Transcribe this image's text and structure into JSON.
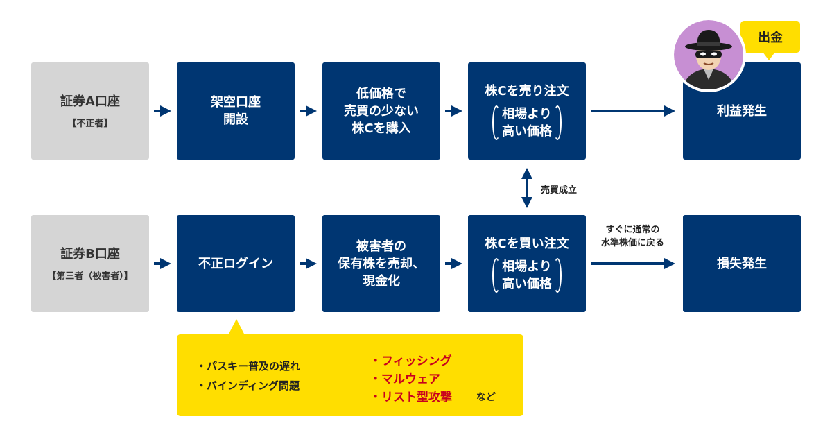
{
  "row1": {
    "account": {
      "lines": [
        "証券A口座"
      ],
      "sub": "【不正者】"
    },
    "step1": {
      "lines": [
        "架空口座",
        "開設"
      ]
    },
    "step2": {
      "lines": [
        "低価格で",
        "売買の少ない",
        "株Cを購入"
      ]
    },
    "step3": {
      "title": "株Cを売り注文",
      "paren": [
        "相場より",
        "高い価格"
      ]
    },
    "result": {
      "lines": [
        "利益発生"
      ]
    }
  },
  "row2": {
    "account": {
      "lines": [
        "証券B口座"
      ],
      "sub": "【第三者（被害者）】"
    },
    "step1": {
      "lines": [
        "不正ログイン"
      ]
    },
    "step2": {
      "lines": [
        "被害者の",
        "保有株を売却、",
        "現金化"
      ]
    },
    "step3": {
      "title": "株Cを買い注文",
      "paren": [
        "相場より",
        "高い価格"
      ]
    },
    "result": {
      "lines": [
        "損失発生"
      ]
    }
  },
  "trade_label": "売買成立",
  "return_label": [
    "すぐに通常の",
    "水準株価に戻る"
  ],
  "withdraw_label": "出金",
  "callout": {
    "causes": [
      "・パスキー普及の遅れ",
      "・バインディング問題"
    ],
    "attacks": [
      "・フィッシング",
      "・マルウェア",
      "・リスト型攻撃"
    ],
    "suffix": "など"
  },
  "colors": {
    "navy": "#003672",
    "gray": "#d5d5d5",
    "yellow": "#ffde00",
    "red": "#c8001e",
    "avatar_bg": "#c78fd3"
  },
  "icons": [
    "right-arrow-icon",
    "vertical-double-arrow-icon",
    "fraudster-avatar-icon"
  ]
}
